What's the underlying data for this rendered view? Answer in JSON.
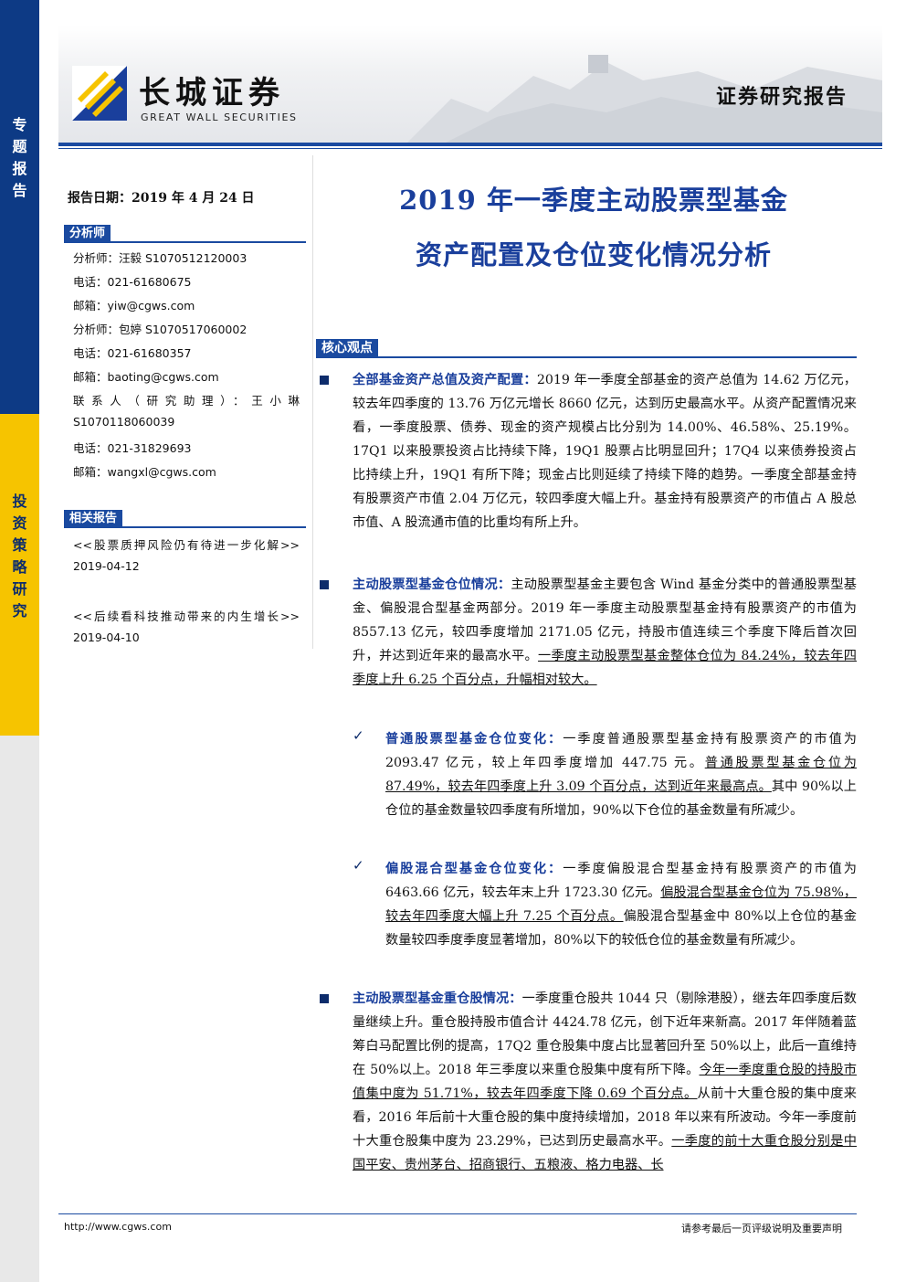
{
  "strip": {
    "top_label": [
      "专",
      "题",
      "报",
      "告"
    ],
    "bottom_label": [
      "投",
      "资",
      "策",
      "略",
      "研",
      "究"
    ]
  },
  "header": {
    "logo_cn": "长城证券",
    "logo_en": "GREAT WALL SECURITIES",
    "report_type": "证券研究报告"
  },
  "report_date": "报告日期：2019 年 4 月 24 日",
  "title": {
    "line1": "2019 年一季度主动股票型基金",
    "line2": "资产配置及仓位变化情况分析"
  },
  "analysts": {
    "heading": "分析师",
    "lines": [
      "分析师：汪毅  S1070512120003",
      "电话：021-61680675",
      "邮箱：yiw@cgws.com",
      "分析师：包婷  S1070517060002",
      "电话：021-61680357",
      "邮箱：baoting@cgws.com",
      "联系人（研究助理）：王小琳",
      "S1070118060039",
      "电话：021-31829693",
      "邮箱：wangxl@cgws.com"
    ]
  },
  "related": {
    "heading": "相关报告",
    "items": [
      {
        "title": "<<股票质押风险仍有待进一步化解>>",
        "date": "2019-04-12"
      },
      {
        "title": "<<后续看科技推动带来的内生增长>>",
        "date": "2019-04-10"
      }
    ]
  },
  "core": {
    "heading": "核心观点",
    "p1": {
      "lead": "全部基金资产总值及资产配置：",
      "text": "2019 年一季度全部基金的资产总值为 14.62 万亿元，较去年四季度的 13.76 万亿元增长 8660 亿元，达到历史最高水平。从资产配置情况来看，一季度股票、债券、现金的资产规模占比分别为 14.00%、46.58%、25.19%。17Q1 以来股票投资占比持续下降，19Q1 股票占比明显回升；17Q4 以来债券投资占比持续上升，19Q1 有所下降；现金占比则延续了持续下降的趋势。一季度全部基金持有股票资产市值 2.04 万亿元，较四季度大幅上升。基金持有股票资产的市值占 A 股总市值、A 股流通市值的比重均有所上升。"
    },
    "p2": {
      "lead": "主动股票型基金仓位情况：",
      "text": "主动股票型基金主要包含 Wind 基金分类中的普通股票型基金、偏股混合型基金两部分。2019 年一季度主动股票型基金持有股票资产的市值为 8557.13 亿元，较四季度增加 2171.05 亿元，持股市值连续三个季度下降后首次回升，并达到近年来的最高水平。",
      "underlined": "一季度主动股票型基金整体仓位为 84.24%，较去年四季度上升 6.25 个百分点，升幅相对较大。"
    },
    "s1": {
      "check": "✓",
      "lead": "普通股票型基金仓位变化：",
      "text": "一季度普通股票型基金持有股票资产的市值为 2093.47 亿元，较上年四季度增加 447.75 元。",
      "underlined": "普通股票型基金仓位为 87.49%，较去年四季度上升 3.09 个百分点，达到近年来最高点。",
      "tail": "其中 90%以上仓位的基金数量较四季度有所增加，90%以下仓位的基金数量有所减少。"
    },
    "s2": {
      "check": "✓",
      "lead": "偏股混合型基金仓位变化：",
      "text": "一季度偏股混合型基金持有股票资产的市值为 6463.66 亿元，较去年末上升 1723.30 亿元。",
      "underlined": "偏股混合型基金仓位为 75.98%，较去年四季度大幅上升 7.25 个百分点。",
      "tail": "偏股混合型基金中 80%以上仓位的基金数量较四季度季度显著增加，80%以下的较低仓位的基金数量有所减少。"
    },
    "p3": {
      "lead": "主动股票型基金重仓股情况：",
      "text": "一季度重仓股共 1044 只（剔除港股），继去年四季度后数量继续上升。重仓股持股市值合计 4424.78 亿元，创下近年来新高。2017 年伴随着蓝筹白马配置比例的提高，17Q2 重仓股集中度占比显著回升至 50%以上，此后一直维持在 50%以上。2018 年三季度以来重仓股集中度有所下降。",
      "underlined": "今年一季度重仓股的持股市值集中度为 51.71%，较去年四季度下降 0.69 个百分点。",
      "text2": "从前十大重仓股的集中度来看，2016 年后前十大重仓股的集中度持续增加，2018 年以来有所波动。今年一季度前十大重仓股集中度为 23.29%，已达到历史最高水平。",
      "underlined2": "一季度的前十大重仓股分别是中国平安、贵州茅台、招商银行、五粮液、格力电器、长"
    }
  },
  "footer": {
    "url": "http://www.cgws.com",
    "disclaimer": "请参考最后一页评级说明及重要声明"
  }
}
